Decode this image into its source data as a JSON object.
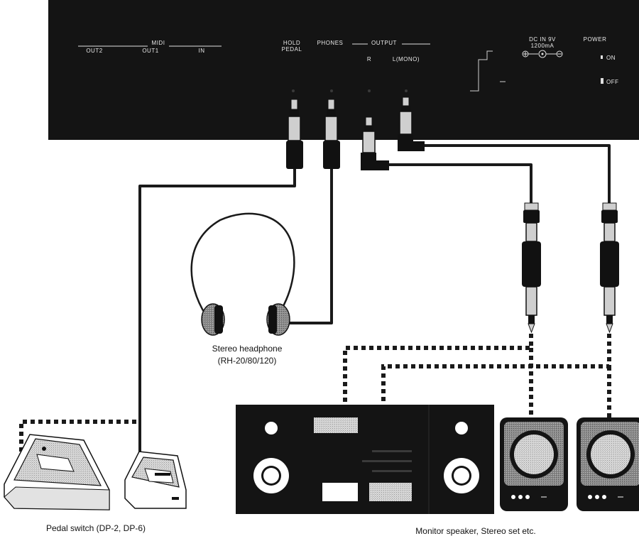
{
  "panel": {
    "midi_label": "MIDI",
    "midi_out2": "OUT2",
    "midi_out1": "OUT1",
    "midi_in": "IN",
    "hold_pedal_line1": "HOLD",
    "hold_pedal_line2": "PEDAL",
    "phones": "PHONES",
    "output": "OUTPUT",
    "output_r": "R",
    "output_l": "L(MONO)",
    "dc_in_line1": "DC IN 9V",
    "dc_in_line2": "1200mA",
    "power": "POWER",
    "power_on": "ON",
    "power_off": "OFF"
  },
  "captions": {
    "headphone_line1": "Stereo headphone",
    "headphone_line2": "(RH-20/80/120)",
    "pedal": "Pedal switch (DP-2, DP-6)",
    "monitor": "Monitor speaker, Stereo set etc."
  },
  "colors": {
    "panel": "#141414",
    "cable": "#1a1a1a",
    "plug_metal": "#cfcfcf"
  }
}
